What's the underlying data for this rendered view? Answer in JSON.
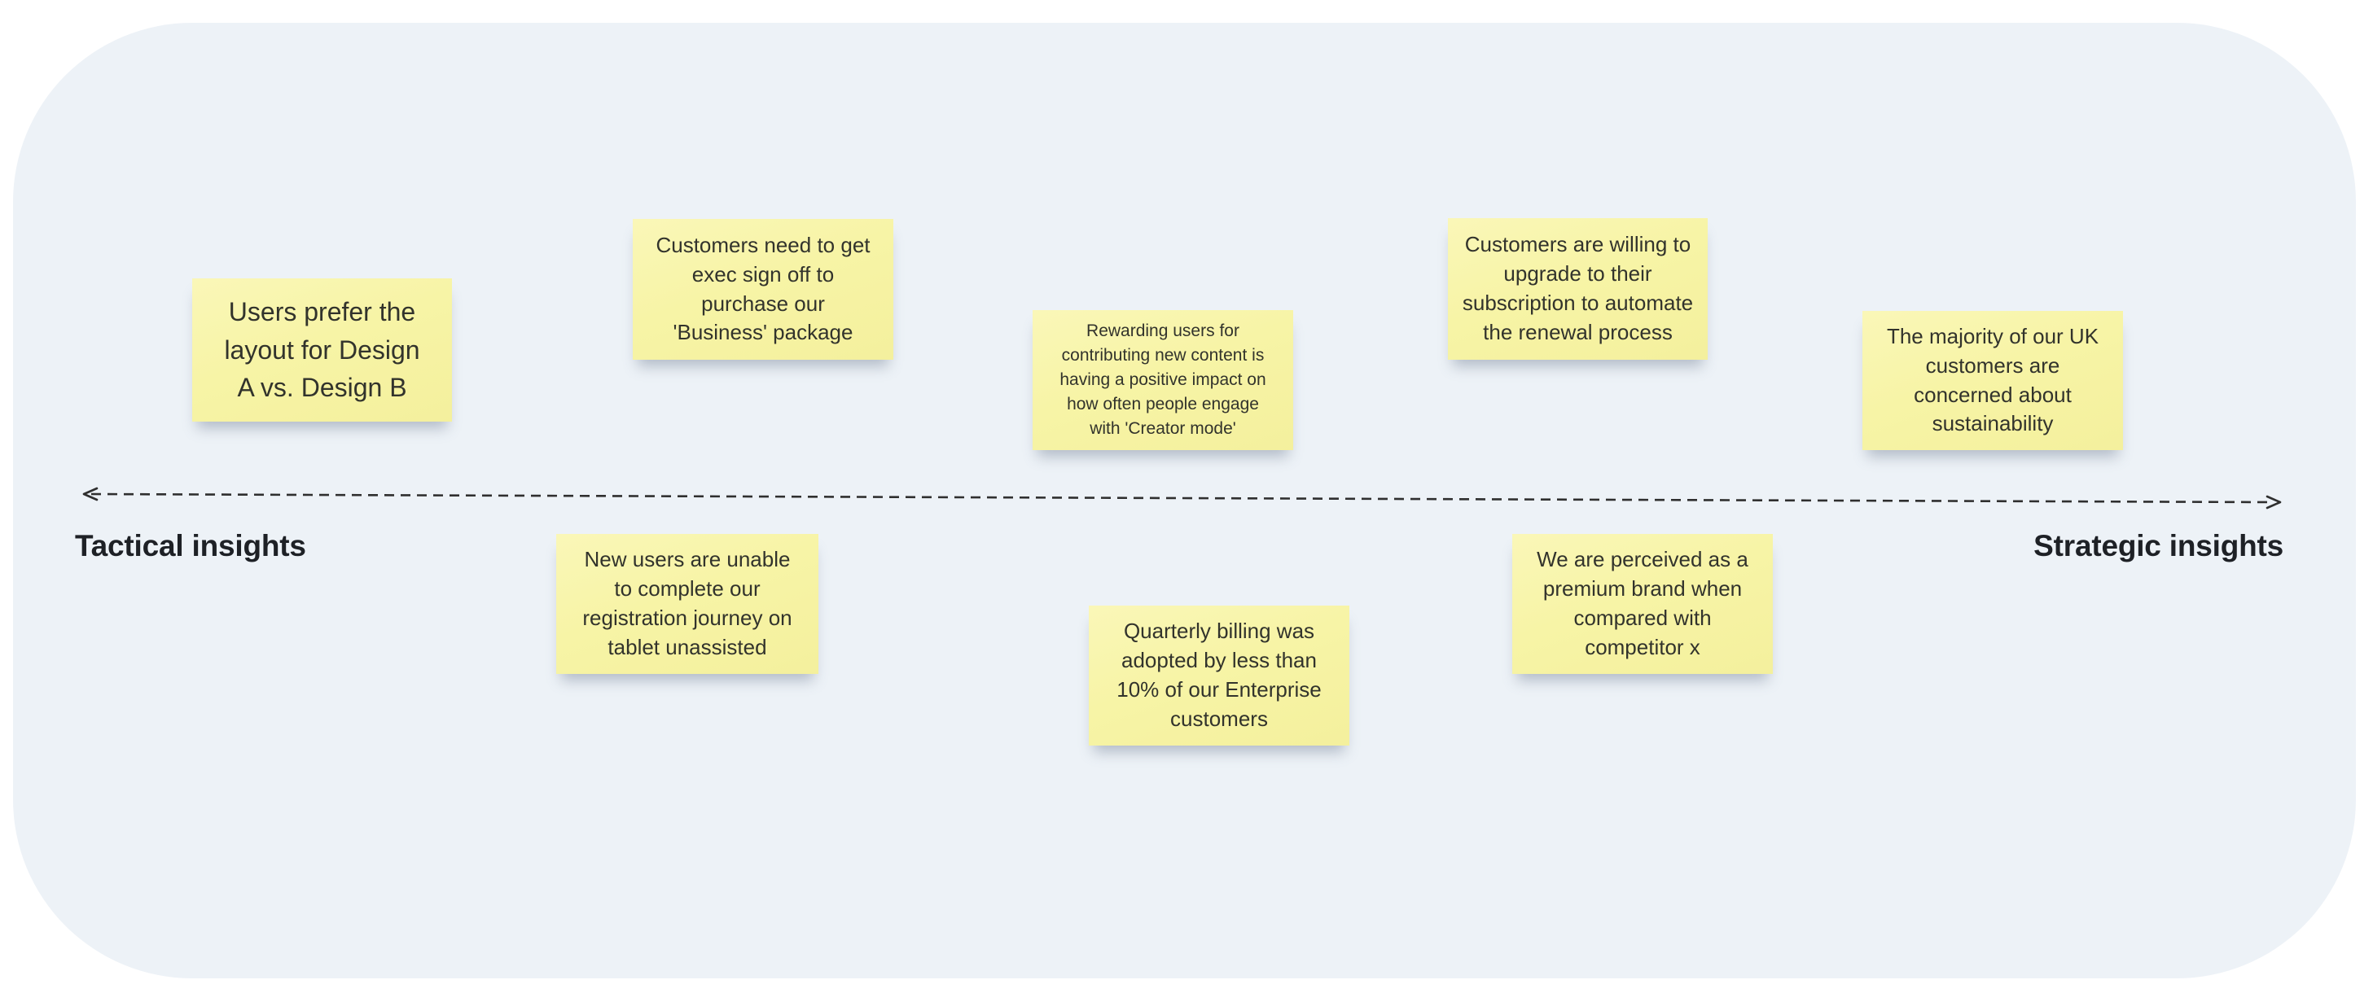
{
  "board": {
    "page_background_color": "#ffffff",
    "surface_color": "#edf2f7"
  },
  "axis": {
    "left_label": "Tactical insights",
    "right_label": "Strategic insights",
    "line_color": "#2f2f2f",
    "style": "dashed, arrowheads on both ends"
  },
  "note_style": {
    "fill_color": "#f7f4a6",
    "text_color": "#32332c"
  },
  "notes": [
    {
      "text": "Users prefer the layout for Design A vs. Design B",
      "side_of_axis": "above"
    },
    {
      "text": "Customers need to get exec sign off to purchase our 'Business' package",
      "side_of_axis": "above"
    },
    {
      "text": "Rewarding users for contributing new content is having a positive impact on how often people engage with 'Creator mode'",
      "side_of_axis": "above"
    },
    {
      "text": "Customers are willing to upgrade to their subscription to automate the renewal process",
      "side_of_axis": "above"
    },
    {
      "text": "The majority of our UK customers are concerned about sustainability",
      "side_of_axis": "above"
    },
    {
      "text": "New users are unable to complete our registration journey on tablet unassisted",
      "side_of_axis": "below"
    },
    {
      "text": "Quarterly billing was adopted by less than 10% of our Enterprise customers",
      "side_of_axis": "below"
    },
    {
      "text": "We are perceived as a premium brand when compared with competitor x",
      "side_of_axis": "below"
    }
  ]
}
